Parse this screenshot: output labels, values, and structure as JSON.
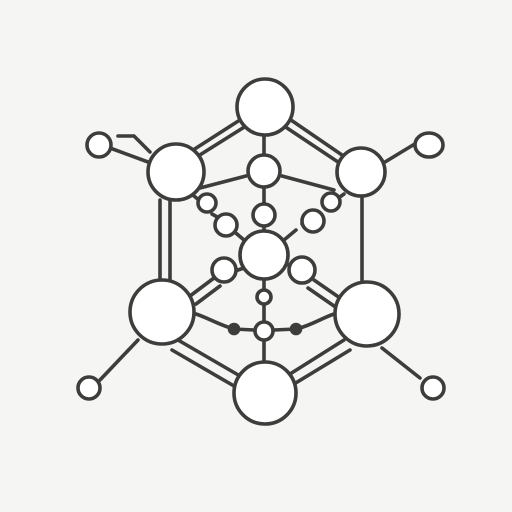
{
  "diagram": {
    "background": "#f5f5f3",
    "stroke_color": "#3d3d3b",
    "node_fill": "#ffffff",
    "structure": "molecular-network",
    "outer_nodes": 6,
    "inner_nodes": 7,
    "terminal_nodes": 4
  }
}
